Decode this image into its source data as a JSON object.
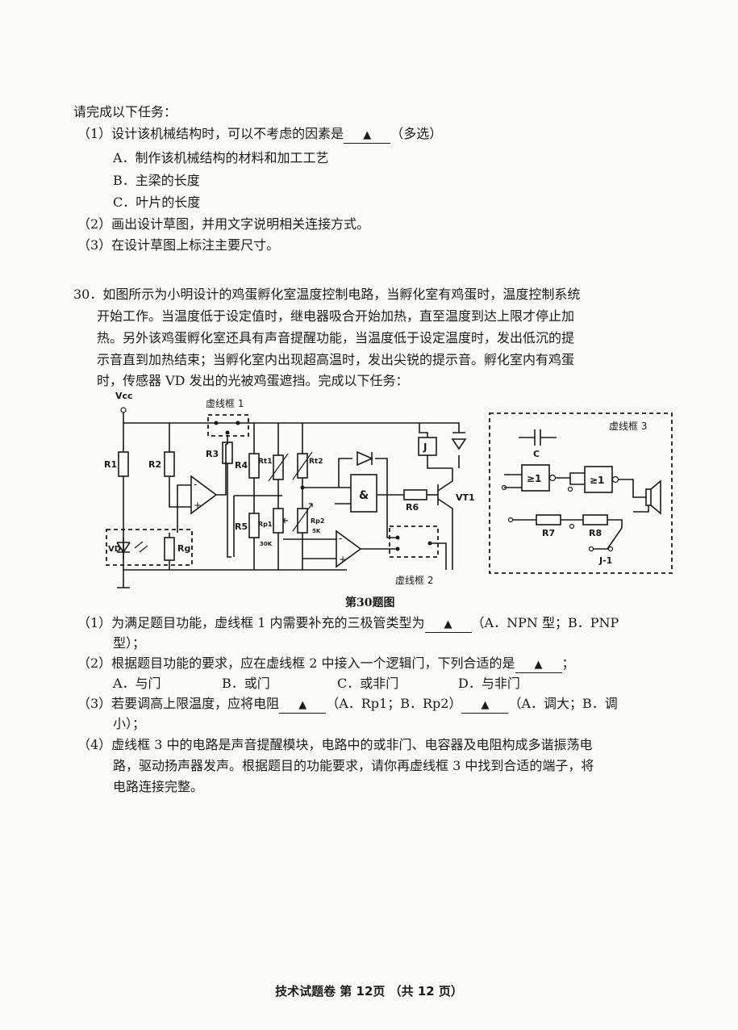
{
  "intro": "请完成以下任务：",
  "q29": {
    "q1": {
      "pre": "（1）设计该机械结构时，可以不考虑的因素是",
      "blank": "▲",
      "post": "（多选）"
    },
    "options": [
      "A．制作该机械结构的材料和加工工艺",
      "B．主梁的长度",
      "C．叶片的长度"
    ],
    "q2": "（2）画出设计草图，并用文字说明相关连接方式。",
    "q3": "（3）在设计草图上标注主要尺寸。"
  },
  "q30": {
    "lines": [
      "30．如图所示为小明设计的鸡蛋孵化室温度控制电路，当孵化室有鸡蛋时，温度控制系统",
      "开始工作。当温度低于设定值时，继电器吸合开始加热，直至温度到达上限才停止加",
      "热。另外该鸡蛋孵化室还具有声音提醒功能，当温度低于设定温度时，发出低沉的提",
      "示音直到加热结束；当孵化室内出现超高温时，发出尖锐的提示音。孵化室内有鸡蛋",
      "时，传感器 VD 发出的光被鸡蛋遮挡。完成以下任务："
    ],
    "figure_caption": "第30题图",
    "circuit_labels": {
      "vcc": "Vcc",
      "box1": "虚线框 1",
      "box2": "虚线框 2",
      "box3": "虚线框 3",
      "r1": "R1",
      "r2": "R2",
      "r3": "R3",
      "r4": "R4",
      "r5": "R5",
      "r6": "R6",
      "r7": "R7",
      "r8": "R8",
      "rt1": "Rt1",
      "rt2": "Rt2",
      "rp1": "Rp1",
      "rp1v": "30K",
      "rp2": "Rp2",
      "rp2v": "5K",
      "rg": "Rg",
      "vd": "VD",
      "j": "J",
      "vt1": "VT1",
      "c": "C",
      "j1": "J-1",
      "and": "&",
      "nor1": "≥1",
      "nor2": "≥1",
      "minus": "-",
      "plus": "+"
    },
    "sub1": {
      "pre": "（1）为满足题目功能，虚线框 1 内需要补充的三极管类型为",
      "blank": "▲",
      "post": "（A．NPN 型；B．PNP",
      "cont": "型）；"
    },
    "sub2": {
      "pre": "（2）根据题目功能的要求，应在虚线框 2 中接入一个逻辑门，下列合适的是",
      "blank": "▲",
      "post": "；"
    },
    "sub2_options": [
      "A．与门",
      "B．或门",
      "C．或非门",
      "D．与非门"
    ],
    "sub3": {
      "pre": "（3）若要调高上限温度，应将电阻",
      "blank1": "▲",
      "mid": "（A．Rp1；B．Rp2）",
      "blank2": "▲",
      "post": "（A．调大；B．调",
      "cont": "小）；"
    },
    "sub4": [
      "（4）虚线框 3 中的电路是声音提醒模块，电路中的或非门、电容器及电阻构成多谐振荡电",
      "路，驱动扬声器发声。根据题目的功能要求，请你再虚线框 3 中找到合适的端子，将",
      "电路连接完整。"
    ]
  },
  "footer": "技术试题卷 第 12页 （共 12 页）"
}
